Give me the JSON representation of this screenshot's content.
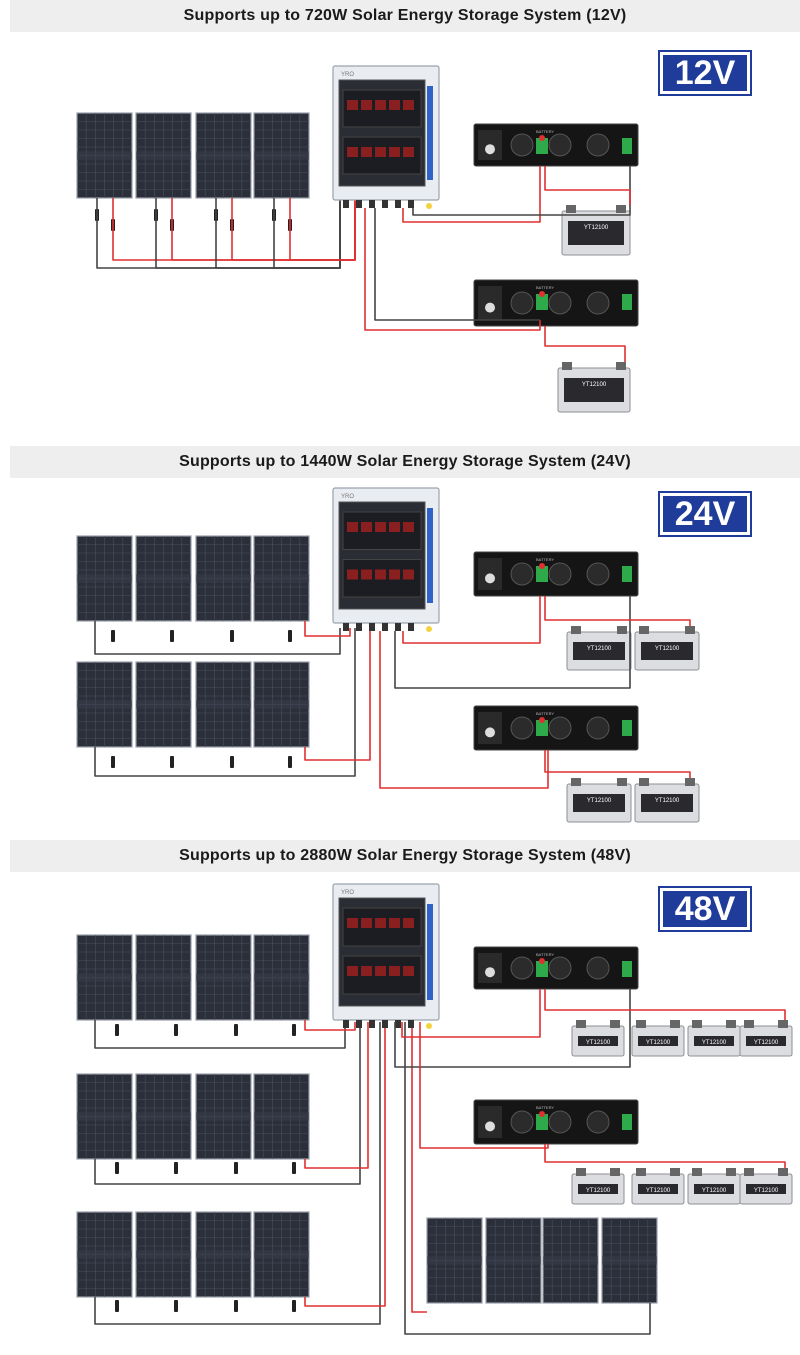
{
  "sections": [
    {
      "title": "Supports up to 720W Solar Energy Storage System (12V)",
      "badge": "12V"
    },
    {
      "title": "Supports up to 1440W Solar Energy Storage System (24V)",
      "badge": "24V"
    },
    {
      "title": "Supports up to 2880W Solar Energy Storage System (48V)",
      "badge": "48V"
    }
  ],
  "combiner": {
    "brand": "YRO"
  },
  "inverter": {
    "label": "BATTERY"
  },
  "battery": {
    "model": "YT12100"
  },
  "colors": {
    "banner_bg": "#eeeeef",
    "badge_blue": "#1f3c9a",
    "wire_red": "#e03030",
    "wire_black": "#444444",
    "panel": "#2b2f3a"
  },
  "icons": [
    "solar-panel-icon",
    "combiner-box-icon",
    "inverter-icon",
    "battery-icon",
    "mc4-connector-icon",
    "ground-icon"
  ]
}
